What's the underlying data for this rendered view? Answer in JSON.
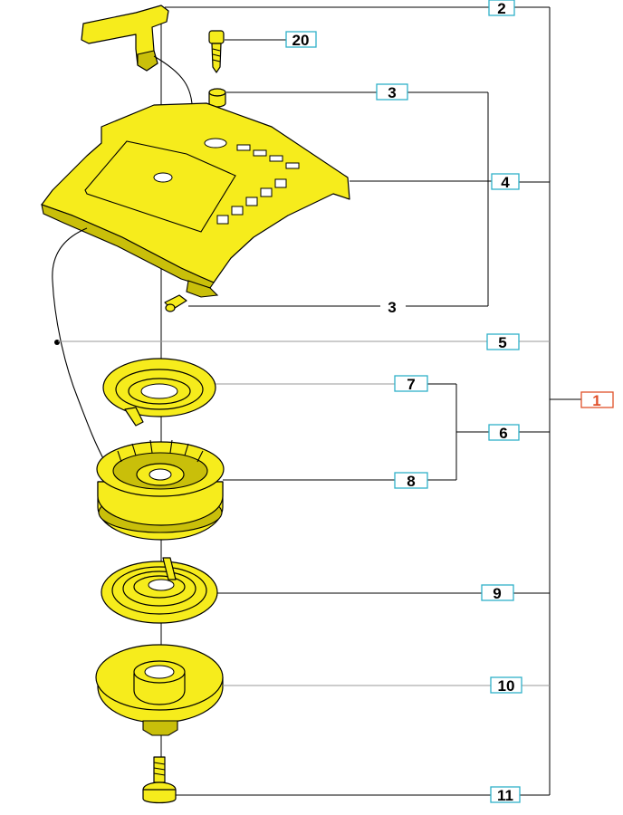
{
  "colors": {
    "part_fill": "#f6ec1c",
    "callout_border": "#2fb0c8",
    "assembly_callout_border": "#e0502a"
  },
  "callouts": {
    "c2": "2",
    "c20": "20",
    "c3_top": "3",
    "c4": "4",
    "c3_bottom": "3",
    "c5": "5",
    "c7": "7",
    "c6": "6",
    "c8": "8",
    "c1": "1",
    "c9": "9",
    "c10": "10",
    "c11": "11"
  }
}
